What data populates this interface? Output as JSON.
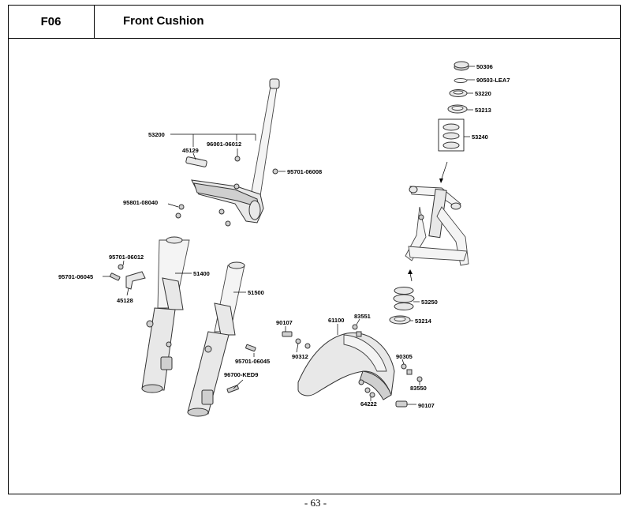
{
  "header": {
    "code": "F06",
    "title": "Front Cushion"
  },
  "footer": {
    "page": "- 63 -"
  },
  "callouts": {
    "c50306": "50306",
    "c90503": "90503-LEA7",
    "c53220": "53220",
    "c53213": "53213",
    "c53240": "53240",
    "c53200": "53200",
    "c45129": "45129",
    "c96001": "96001-06012",
    "c95701a": "95701-06008",
    "c95801": "95801-08040",
    "c95701b": "95701-06012",
    "c95701c": "95701-06045",
    "c45128": "45128",
    "c51400": "51400",
    "c51500": "51500",
    "c95701d": "95701-06045",
    "c96700": "96700-KED9",
    "c90107a": "90107",
    "c90312": "90312",
    "c61100": "61100",
    "c83551": "83551",
    "c53250": "53250",
    "c53214": "53214",
    "c90305": "90305",
    "c83550": "83550",
    "c64222": "64222",
    "c90107b": "90107"
  }
}
